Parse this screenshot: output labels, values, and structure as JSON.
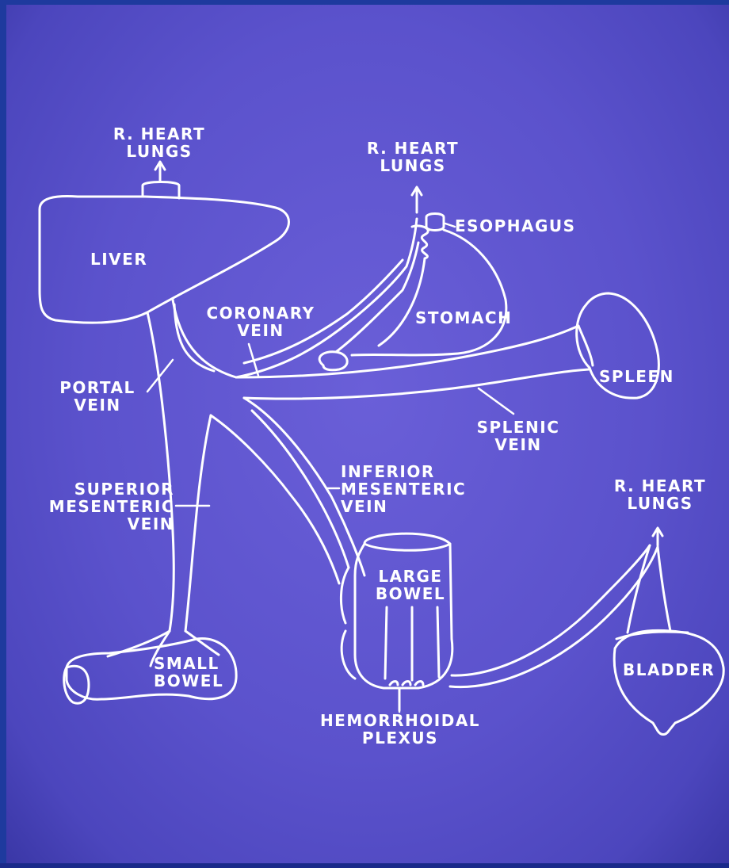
{
  "labels": {
    "heart_lungs_top_left": [
      "R. HEART",
      "LUNGS"
    ],
    "heart_lungs_top_mid": [
      "R. HEART",
      "LUNGS"
    ],
    "heart_lungs_right": [
      "R. HEART",
      "LUNGS"
    ],
    "esophagus": "ESOPHAGUS",
    "liver": "LIVER",
    "coronary_vein": [
      "CORONARY",
      "VEIN"
    ],
    "stomach": "STOMACH",
    "spleen": "SPLEEN",
    "portal_vein": [
      "PORTAL",
      "VEIN"
    ],
    "splenic_vein": [
      "SPLENIC",
      "VEIN"
    ],
    "inferior_mesenteric_vein": [
      "INFERIOR",
      "MESENTERIC",
      "VEIN"
    ],
    "superior_mesenteric_vein": [
      "SUPERIOR",
      "MESENTERIC",
      "VEIN"
    ],
    "large_bowel": [
      "LARGE",
      "BOWEL"
    ],
    "small_bowel": [
      "SMALL",
      "BOWEL"
    ],
    "bladder": "BLADDER",
    "hemorrhoidal_plexus": [
      "HEMORRHOIDAL",
      "PLEXUS"
    ]
  },
  "colors": {
    "background": "#5b52cc",
    "border": "#1e3a9e",
    "line": "#ffffff"
  }
}
